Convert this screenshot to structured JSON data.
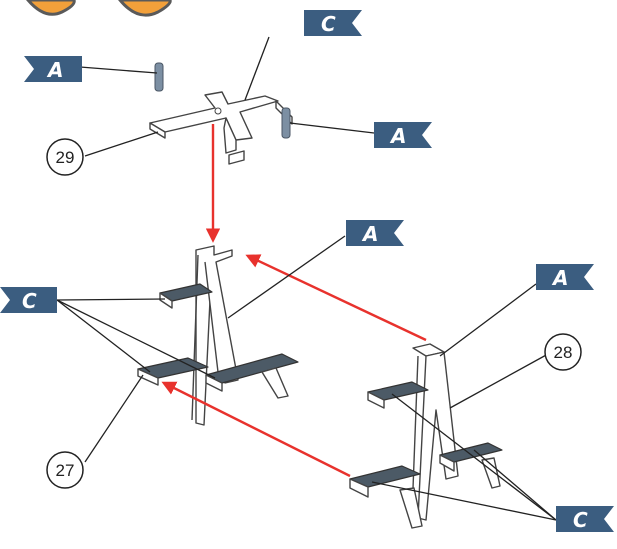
{
  "labels": {
    "flag_a": "A",
    "flag_c": "C",
    "part_27": "27",
    "part_28": "28",
    "part_29": "29"
  },
  "colors": {
    "flag": "#3b5d80",
    "arrow": "#e8322d",
    "adhesive_pad": "#4c5a66",
    "badge": "#f2a03a"
  },
  "icons": [
    "orange-badge-icon",
    "orange-badge-icon"
  ]
}
